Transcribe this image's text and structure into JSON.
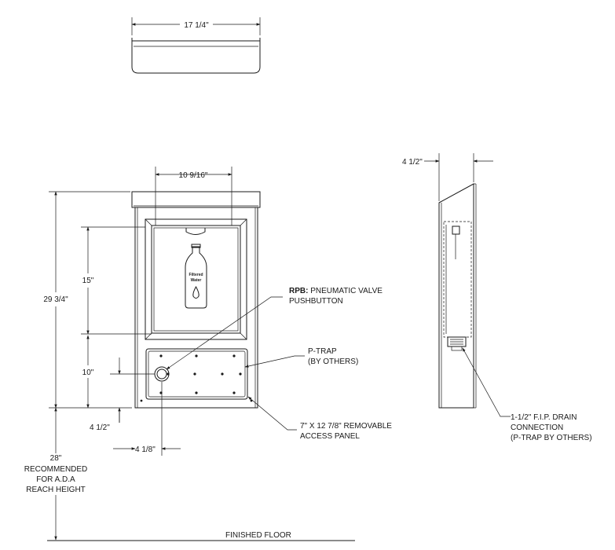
{
  "dimensions": {
    "top_width": "17 1/4\"",
    "opening_width": "10 9/16\"",
    "side_depth": "4 1/2\"",
    "overall_height": "29 3/4\"",
    "opening_height": "15\"",
    "lower_height": "10\"",
    "button_height": "4 1/2\"",
    "button_offset": "4 1/8\"",
    "ada_height": "28\""
  },
  "ada_note": {
    "line2": "RECOMMENDED",
    "line3": "FOR A.D.A",
    "line4": "REACH HEIGHT"
  },
  "callouts": {
    "rpb_bold": "RPB:",
    "rpb_line1": " PNEUMATIC VALVE",
    "rpb_line2": "PUSHBUTTON",
    "ptrap_line1": "P-TRAP",
    "ptrap_line2": "(BY OTHERS)",
    "panel_line1": "7\" X 12 7/8\" REMOVABLE",
    "panel_line2": "ACCESS PANEL",
    "drain_line1": "1-1/2\" F.I.P. DRAIN",
    "drain_line2": "CONNECTION",
    "drain_line3": "(P-TRAP BY OTHERS)"
  },
  "bottle_label": {
    "line1": "Filtered",
    "line2": "Water"
  },
  "floor_label": "FINISHED FLOOR"
}
